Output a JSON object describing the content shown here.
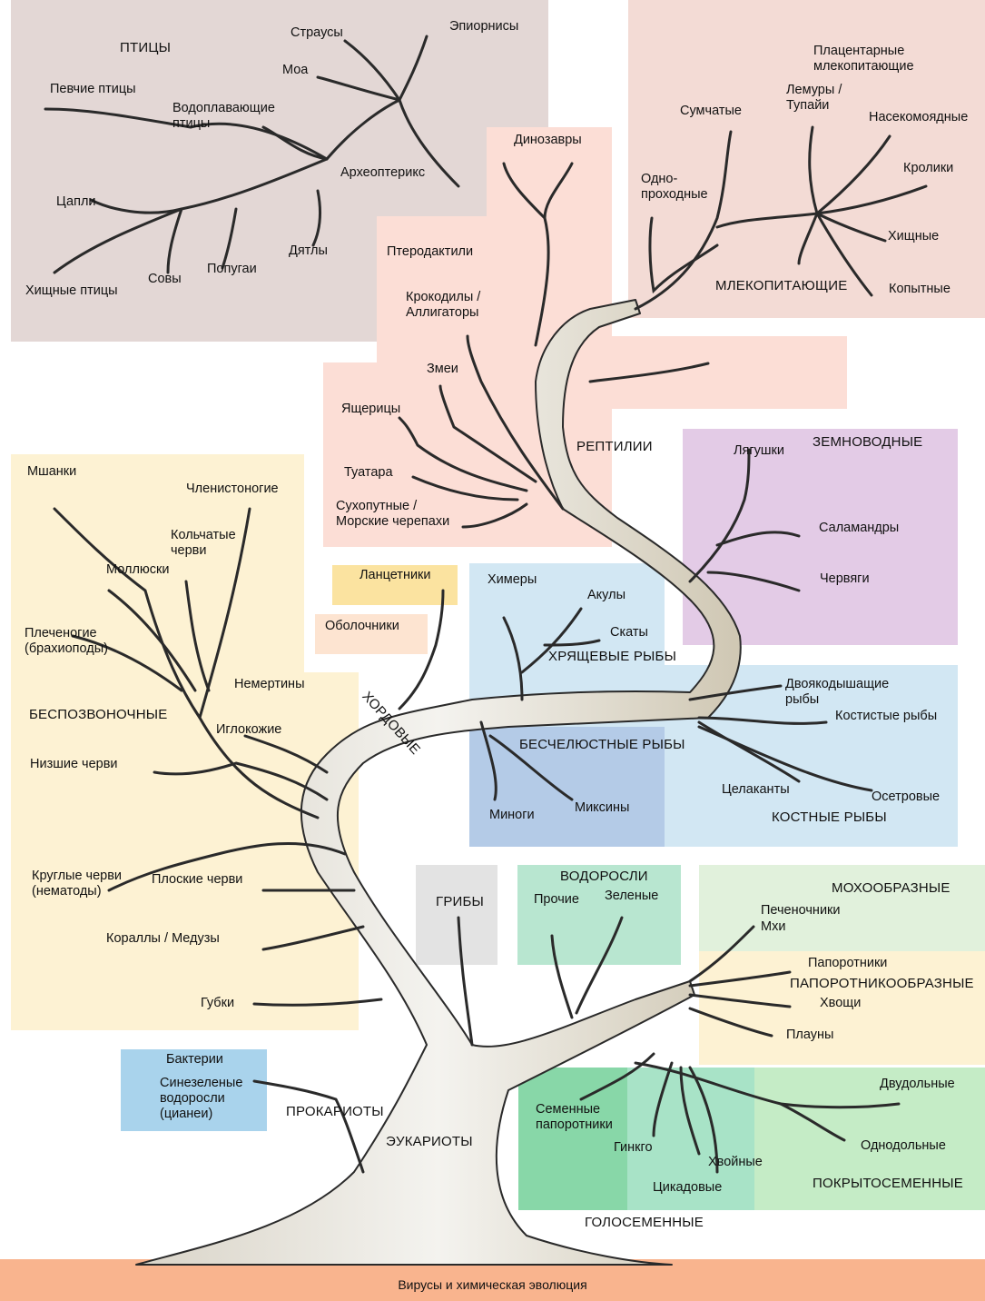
{
  "colors": {
    "birds": "#e3d7d5",
    "reptiles": "#fcded6",
    "mammals": "#f3dbd5",
    "amphibians": "#e3cbe6",
    "fish": "#d2e7f3",
    "jawless": "#b4cbe7",
    "invertebrates": "#fdf2d3",
    "lancelets": "#fbe3a0",
    "tunicates": "#fde4d1",
    "fungi": "#e3e3e3",
    "algae": "#b8e6d0",
    "mosses": "#e1f1dc",
    "ferns": "#fdf2d3",
    "bacteria": "#a9d3ec",
    "gymnosperms": "#88d7a8",
    "gymnosperms_light": "#a8e3c7",
    "angiosperms": "#c5ecc6",
    "ground": "#f9b48e",
    "tree_bark": "#eeeeea",
    "tree_outline": "#2a2a2a"
  },
  "groups": {
    "birds": "ПТИЦЫ",
    "reptiles": "РЕПТИЛИИ",
    "mammals": "МЛЕКОПИТАЮЩИЕ",
    "amphibians": "ЗЕМНОВОДНЫЕ",
    "cartilaginous": "ХРЯЩЕВЫЕ РЫБЫ",
    "jawless": "БЕСЧЕЛЮСТНЫЕ РЫБЫ",
    "bony": "КОСТНЫЕ РЫБЫ",
    "invertebrates": "БЕСПОЗВОНОЧНЫЕ",
    "chordates": "ХОРДОВЫЕ",
    "fungi": "ГРИБЫ",
    "algae": "ВОДОРОСЛИ",
    "mosses": "МОХООБРАЗНЫЕ",
    "ferns": "ПАПОРОТНИКООБРАЗНЫЕ",
    "prokaryotes": "ПРОКАРИОТЫ",
    "eukaryotes": "ЭУКАРИОТЫ",
    "gymnosperms": "ГОЛОСЕМЕННЫЕ",
    "angiosperms": "ПОКРЫТОСЕМЕННЫЕ",
    "ground": "Вирусы и химическая эволюция"
  },
  "labels": {
    "ostriches": "Страусы",
    "aepyornis": "Эпиорнисы",
    "moa": "Моа",
    "songbirds": "Певчие птицы",
    "waterfowl": "Водоплавающие птицы",
    "archaeopteryx": "Археоптерикс",
    "herons": "Цапли",
    "woodpeckers": "Дятлы",
    "parrots": "Попугаи",
    "owls": "Совы",
    "raptors": "Хищные птицы",
    "dinosaurs": "Динозавры",
    "pterodactyls": "Птеродактили",
    "crocodiles": "Крокодилы / Аллигаторы",
    "snakes": "Змеи",
    "lizards": "Ящерицы",
    "tuatara": "Туатара",
    "turtles": "Сухопутные / Морские черепахи",
    "placentals": "Плацентарные млекопитающие",
    "lemurs": "Лемуры / Тупайи",
    "marsupials": "Сумчатые",
    "insectivores": "Насекомоядные",
    "monotremes": "Одно- проходные",
    "rabbits": "Кролики",
    "carnivores": "Хищные",
    "ungulates": "Копытные",
    "frogs": "Лягушки",
    "salamanders": "Саламандры",
    "caecilians": "Червяги",
    "chimaeras": "Химеры",
    "sharks": "Акулы",
    "rays": "Скаты",
    "lungfish": "Двоякодышащие рыбы",
    "teleosts": "Костистые рыбы",
    "coelacanths": "Целаканты",
    "sturgeons": "Осетровые",
    "lampreys": "Миноги",
    "hagfish": "Миксины",
    "lancelets": "Ланцетники",
    "tunicates": "Оболочники",
    "bryozoa": "Мшанки",
    "arthropods": "Членистоногие",
    "annelids": "Кольчатые черви",
    "molluscs": "Моллюски",
    "brachiopods": "Плеченогие (брахиоподы)",
    "nemerteans": "Немертины",
    "echinoderms": "Иглокожие",
    "lower_worms": "Низшие черви",
    "roundworms": "Круглые черви (нематоды)",
    "flatworms": "Плоские черви",
    "corals": "Кораллы / Медузы",
    "sponges": "Губки",
    "bacteria": "Бактерии",
    "cyanobacteria": "Синезеленые водоросли (цианеи)",
    "other_algae": "Прочие",
    "green_algae": "Зеленые",
    "liverworts": "Печеночники",
    "mosses_label": "Мхи",
    "ferns_label": "Папоротники",
    "horsetails": "Хвощи",
    "clubmosses": "Плауны",
    "dicots": "Двудольные",
    "monocots": "Однодольные",
    "seed_ferns": "Семенные папоротники",
    "ginkgo": "Гинкго",
    "conifers": "Хвойные",
    "cycads": "Цикадовые"
  }
}
